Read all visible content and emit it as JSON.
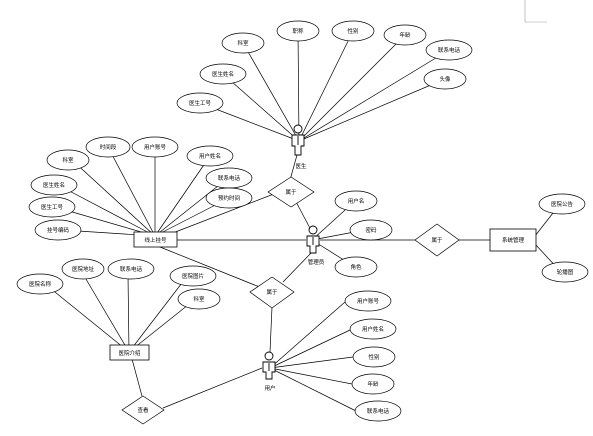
{
  "labels": {
    "doctor_actor": "医生",
    "admin_actor": "管理员",
    "user_actor": "用户"
  },
  "entities": {
    "appointment": "线上挂号",
    "hospital_intro": "医院介绍",
    "system_mgmt": "系统管理"
  },
  "relations": {
    "belongs_doctor": "属于",
    "belongs_admin": "属于",
    "belongs_user": "属于",
    "view": "查看"
  },
  "attrs": {
    "doc_dept": "科室",
    "doc_title": "职称",
    "doc_gender": "性别",
    "doc_age": "年龄",
    "doc_phone": "联系电话",
    "doc_name": "医生姓名",
    "doc_avatar": "头像",
    "doc_id": "医生工号",
    "appt_time": "时间段",
    "appt_account": "用户账号",
    "appt_dept": "科室",
    "appt_username": "用户姓名",
    "appt_docname": "医生姓名",
    "appt_phone": "联系电话",
    "appt_reserve": "预约时间",
    "appt_docid": "医生工号",
    "appt_number": "挂号编码",
    "admin_user": "用户名",
    "admin_pwd": "密码",
    "admin_role": "角色",
    "sys_notice": "医院公告",
    "sys_carousel": "轮播图",
    "hosp_addr": "医院地址",
    "hosp_phone": "联系电话",
    "hosp_image": "医院图片",
    "hosp_name": "医院名称",
    "hosp_dept": "科室",
    "user_account": "用户账号",
    "user_name": "用户姓名",
    "user_gender": "性别",
    "user_age": "年龄",
    "user_phone": "联系电话"
  }
}
